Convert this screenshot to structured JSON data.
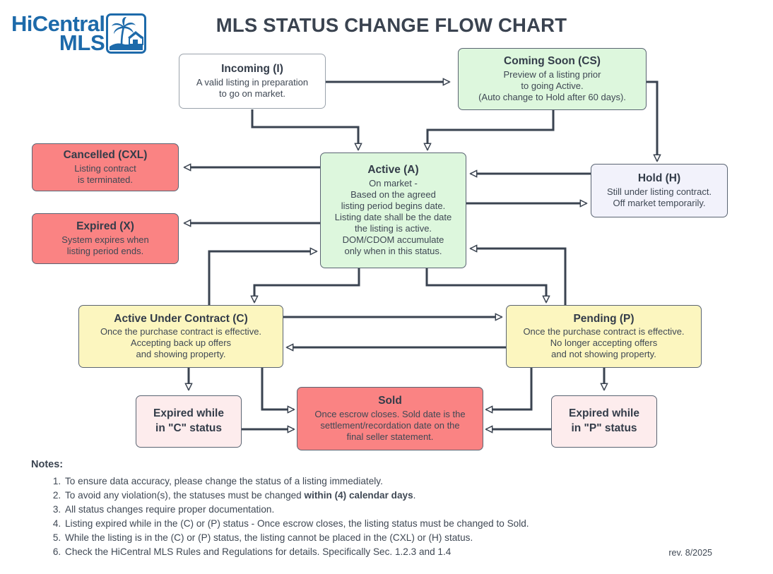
{
  "logo": {
    "line1": "HiCentral",
    "line2": "MLS",
    "mark_icon": "palm-tree-house-icon",
    "color": "#1d6aaa"
  },
  "title": "MLS STATUS CHANGE FLOW CHART",
  "revision": "rev. 8/2025",
  "palette": {
    "white": "#ffffff",
    "green": "#ddf7dd",
    "red": "#fa8383",
    "lavender": "#f2f2fb",
    "yellow": "#fcf6bf",
    "pink": "#fdeced",
    "stroke": "#3a4350",
    "text": "#3a4350"
  },
  "nodes": {
    "incoming": {
      "title": "Incoming (I)",
      "body": "A valid listing in preparation\nto go on market."
    },
    "coming_soon": {
      "title": "Coming Soon (CS)",
      "body": "Preview of a listing prior\nto going Active.\n(Auto change to Hold after 60 days)."
    },
    "cancelled": {
      "title": "Cancelled (CXL)",
      "body": "Listing contract\nis terminated."
    },
    "expired": {
      "title": "Expired (X)",
      "body": "System expires when\nlisting period ends."
    },
    "active": {
      "title": "Active (A)",
      "body": "On market -\nBased on the agreed\nlisting period begins date.\nListing date shall be the date\nthe listing is active.\nDOM/CDOM accumulate\nonly when in this status."
    },
    "hold": {
      "title": "Hold (H)",
      "body": "Still under listing contract.\nOff market temporarily."
    },
    "auc": {
      "title": "Active Under Contract (C)",
      "body": "Once the purchase contract is effective.\nAccepting back up offers\nand showing property."
    },
    "pending": {
      "title": "Pending (P)",
      "body": "Once the purchase contract is effective.\nNo longer accepting offers\nand not showing property."
    },
    "expired_c": {
      "title": "Expired while\nin \"C\" status",
      "body": ""
    },
    "sold": {
      "title": "Sold",
      "body": "Once escrow closes.  Sold date is the\nsettlement/recordation date on the\nfinal seller statement."
    },
    "expired_p": {
      "title": "Expired while\nin \"P\" status",
      "body": ""
    }
  },
  "notes": {
    "heading": "Notes:",
    "items": [
      {
        "pre": "To ensure data accuracy, please change the status of a listing immediately.",
        "bold": "",
        "post": ""
      },
      {
        "pre": "To avoid any violation(s), the statuses must be changed ",
        "bold": "within (4) calendar days",
        "post": "."
      },
      {
        "pre": "All status changes require proper documentation.",
        "bold": "",
        "post": ""
      },
      {
        "pre": "Listing expired while in the (C) or (P) status - Once escrow closes, the listing status must be changed to Sold.",
        "bold": "",
        "post": ""
      },
      {
        "pre": "While the listing is in the (C) or (P) status, the listing cannot be placed in the (CXL) or (H) status.",
        "bold": "",
        "post": ""
      },
      {
        "pre": "Check the HiCentral MLS Rules and Regulations for details.  Specifically Sec. 1.2.3 and 1.4",
        "bold": "",
        "post": ""
      }
    ]
  },
  "chart_data": {
    "type": "diagram",
    "title": "MLS STATUS CHANGE FLOW CHART",
    "node_ids": [
      "incoming",
      "coming_soon",
      "cancelled",
      "expired",
      "active",
      "hold",
      "auc",
      "pending",
      "expired_c",
      "sold",
      "expired_p"
    ],
    "edges": [
      {
        "from": "incoming",
        "to": "coming_soon"
      },
      {
        "from": "incoming",
        "to": "active"
      },
      {
        "from": "coming_soon",
        "to": "active"
      },
      {
        "from": "coming_soon",
        "to": "hold"
      },
      {
        "from": "active",
        "to": "cancelled"
      },
      {
        "from": "active",
        "to": "expired"
      },
      {
        "from": "hold",
        "to": "active"
      },
      {
        "from": "active",
        "to": "hold"
      },
      {
        "from": "active",
        "to": "auc"
      },
      {
        "from": "auc",
        "to": "active"
      },
      {
        "from": "active",
        "to": "pending"
      },
      {
        "from": "pending",
        "to": "active"
      },
      {
        "from": "auc",
        "to": "pending"
      },
      {
        "from": "pending",
        "to": "auc"
      },
      {
        "from": "auc",
        "to": "expired_c"
      },
      {
        "from": "auc",
        "to": "sold"
      },
      {
        "from": "expired_c",
        "to": "sold"
      },
      {
        "from": "pending",
        "to": "expired_p"
      },
      {
        "from": "pending",
        "to": "sold"
      },
      {
        "from": "expired_p",
        "to": "sold"
      }
    ]
  }
}
